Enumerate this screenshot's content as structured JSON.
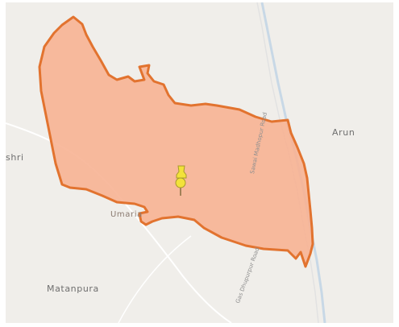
{
  "map": {
    "places": {
      "arun": "Arun",
      "ishri": "shri",
      "matanpura": "Matanpura",
      "village": "Umaria"
    },
    "roads": {
      "road_a": "Sawai Madhopur Road",
      "road_b": "Gas Dhupurpur Road"
    },
    "boundary_fill": "#f7b294",
    "boundary_stroke": "#e2732f",
    "pin_color": "#f2e23a",
    "background": "#f0eeea"
  }
}
